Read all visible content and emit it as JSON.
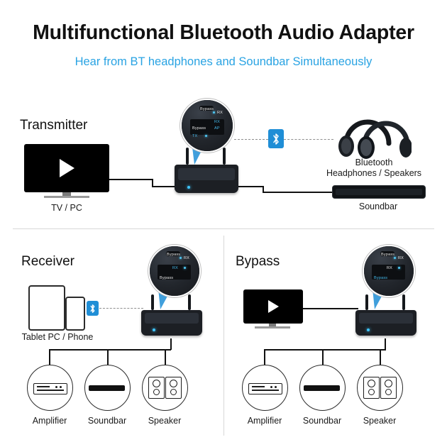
{
  "header": {
    "title": "Multifunctional Bluetooth Audio Adapter",
    "subtitle": "Hear from BT headphones and Soundbar Simultaneously",
    "title_color": "#111111",
    "subtitle_color": "#29a3e3"
  },
  "panels": {
    "transmitter": {
      "mode_label": "Transmitter",
      "source_label": "TV / PC",
      "output_headphones_label": "Bluetooth\nHeadphones / Speakers",
      "output_headphones_line1": "Bluetooth",
      "output_headphones_line2": "Headphones / Speakers",
      "output_soundbar_label": "Soundbar",
      "bluetooth_icon": "bluetooth-icon",
      "device_callout": {
        "top_label": "Bypass",
        "right_label": "RX",
        "rows": [
          {
            "left": "",
            "right": "RX"
          },
          {
            "left": "Bypass",
            "right": "AP"
          },
          {
            "left": "TX",
            "right": ""
          }
        ]
      }
    },
    "receiver": {
      "mode_label": "Receiver",
      "source_label": "Tablet PC / Phone",
      "bluetooth_icon": "bluetooth-icon",
      "device_callout": {
        "top_label": "Bypass",
        "right_label": "RX",
        "rows": [
          {
            "left": "",
            "right": "RX"
          },
          {
            "left": "Bypass",
            "right": ""
          }
        ]
      },
      "outputs": [
        {
          "name": "Amplifier",
          "icon": "amplifier-icon"
        },
        {
          "name": "Soundbar",
          "icon": "soundbar-icon"
        },
        {
          "name": "Speaker",
          "icon": "speaker-icon"
        }
      ]
    },
    "bypass": {
      "mode_label": "Bypass",
      "source_label": "",
      "device_callout": {
        "top_label": "Bypass",
        "right_label": "RX",
        "rows": [
          {
            "left": "",
            "right": "RX"
          },
          {
            "left": "Bypass",
            "right": ""
          }
        ]
      },
      "outputs": [
        {
          "name": "Amplifier",
          "icon": "amplifier-icon"
        },
        {
          "name": "Soundbar",
          "icon": "soundbar-icon"
        },
        {
          "name": "Speaker",
          "icon": "speaker-icon"
        }
      ]
    }
  },
  "colors": {
    "bluetooth_blue": "#1f8ed6",
    "led_blue": "#3fc6ff",
    "device_dark": "#1c1f24",
    "rule": "#d8d8d8"
  }
}
